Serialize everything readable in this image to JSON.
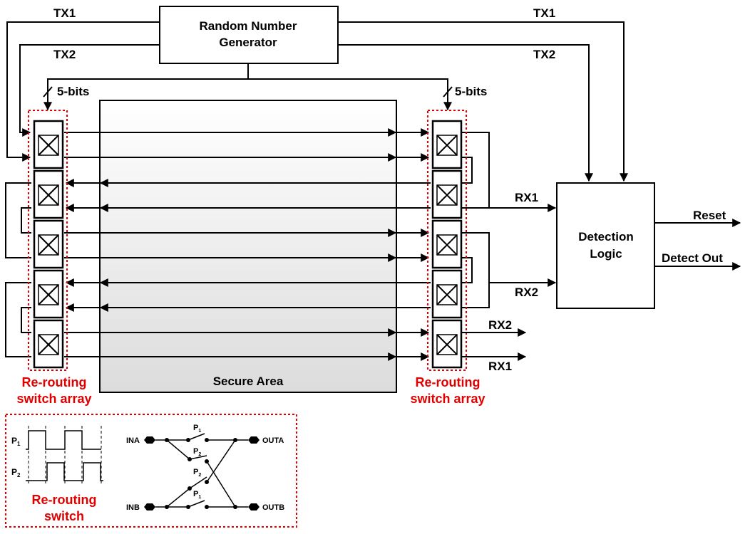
{
  "blocks": {
    "rng": [
      "Random Number",
      "Generator"
    ],
    "secure_area": "Secure Area",
    "detection": [
      "Detection",
      "Logic"
    ]
  },
  "signals": {
    "tx1": "TX1",
    "tx2": "TX2",
    "rx1": "RX1",
    "rx2": "RX2",
    "bits": "5-bits",
    "reset": "Reset",
    "detect_out": "Detect Out"
  },
  "switch_array": [
    "Re-routing",
    "switch array"
  ],
  "legend": {
    "title": [
      "Re-routing",
      "switch"
    ],
    "p1": "P",
    "p1_sub": "1",
    "p2": "P",
    "p2_sub": "2",
    "ina": "INA",
    "inb": "INB",
    "outa": "OUTA",
    "outb": "OUTB"
  },
  "colors": {
    "accent": "#e00000",
    "line": "#000000"
  }
}
